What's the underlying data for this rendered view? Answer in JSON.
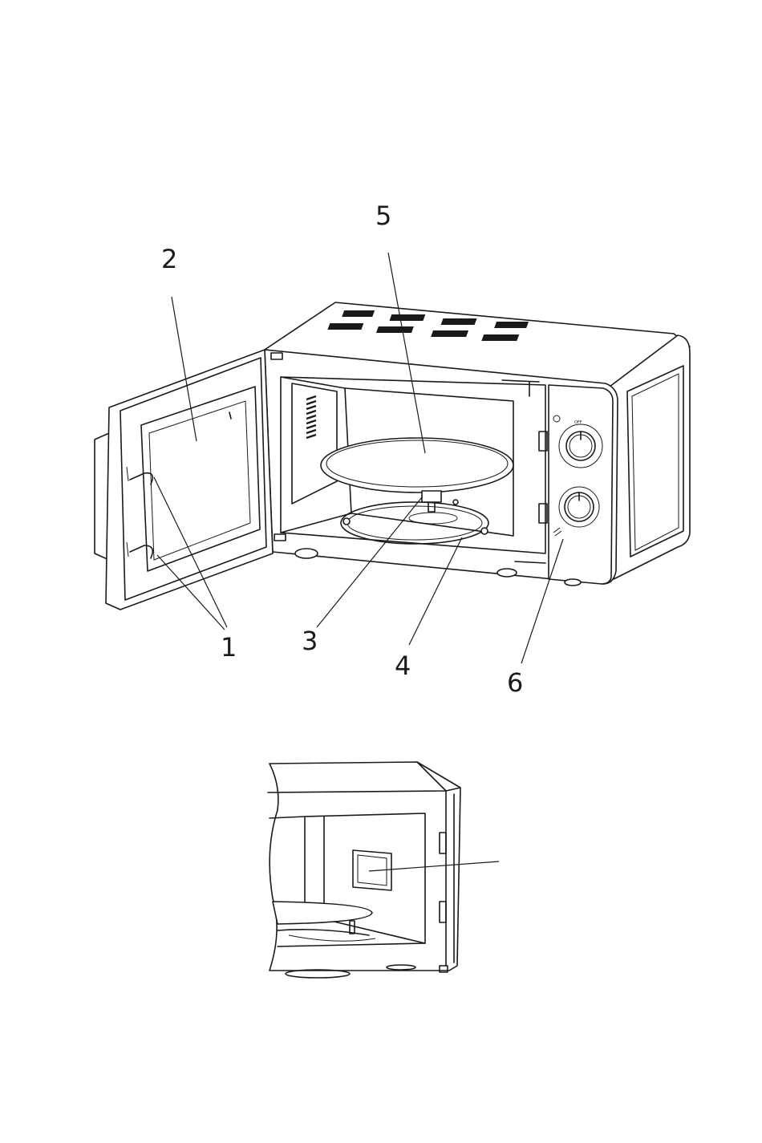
{
  "callouts": [
    {
      "id": "1",
      "label": "1"
    },
    {
      "id": "2",
      "label": "2"
    },
    {
      "id": "3",
      "label": "3"
    },
    {
      "id": "4",
      "label": "4"
    },
    {
      "id": "5",
      "label": "5"
    },
    {
      "id": "6",
      "label": "6"
    }
  ],
  "control_panel": {
    "timer_dial_mark": "OFF"
  },
  "figures": [
    {
      "name": "microwave-overview-figure"
    },
    {
      "name": "cavity-detail-figure"
    }
  ]
}
